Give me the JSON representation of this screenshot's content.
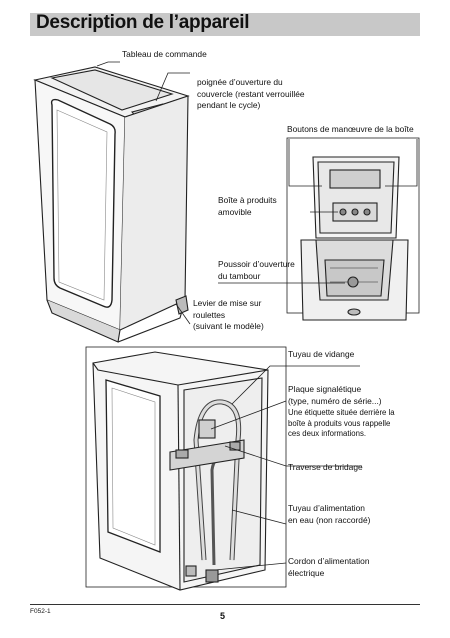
{
  "page": {
    "title": "Description de l’appareil",
    "page_number": "5",
    "code": "F052-1"
  },
  "top_figure": {
    "labels": {
      "control_panel": [
        "Tableau de commande"
      ],
      "lid_handle": [
        "poignée d’ouverture du",
        "couvercle (restant verrouillée",
        "pendant le cycle)"
      ],
      "drum_buttons": [
        "Boutons de manœuvre de la boîte"
      ],
      "dispenser": [
        "Boîte à produits",
        "amovible"
      ],
      "drum_push": [
        "Poussoir d’ouverture",
        "du tambour"
      ],
      "wheel_lever": [
        "Levier de mise sur",
        "roulettes",
        "(suivant le modèle)"
      ]
    }
  },
  "bottom_figure": {
    "labels": {
      "drain_hose": [
        "Tuyau de vidange"
      ],
      "rating_plate": [
        "Plaque signalétique",
        "(type, numéro de série...)"
      ],
      "rating_note": [
        "Une étiquette située derrière la",
        "boîte à produits vous rappelle",
        "ces deux informations."
      ],
      "transport_bar": [
        "Traverse de bridage"
      ],
      "water_inlet": [
        "Tuyau d’alimentation",
        "en eau (non raccordé)"
      ],
      "power_cord": [
        "Cordon d’alimentation",
        "électrique"
      ]
    }
  }
}
